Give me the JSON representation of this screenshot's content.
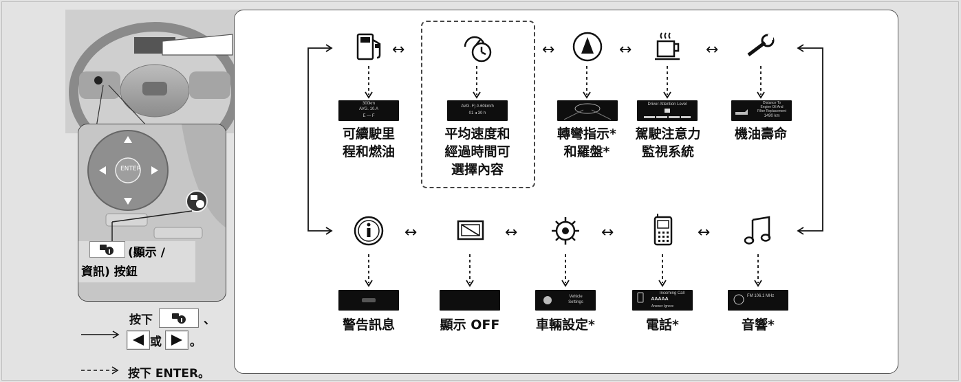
{
  "top_row": [
    {
      "label": "可續駛里\n程和燃油",
      "icon": "fuel-pump-icon",
      "screen_lines": [
        "300km",
        "AVG. 10.A",
        "E — F"
      ]
    },
    {
      "label": "平均速度和\n經過時間可\n選擇內容",
      "icon": "speed-time-icon",
      "screen_lines": [
        "AVG. F) A   60km/h",
        "01 ◂ 30 h"
      ]
    },
    {
      "label": "轉彎指示*\n和羅盤*",
      "icon": "compass-icon",
      "screen_lines": []
    },
    {
      "label": "駕駛注意力\n監視系統",
      "icon": "coffee-cup-icon",
      "screen_lines": [
        "Driver Attention Level"
      ]
    },
    {
      "label": "機油壽命",
      "icon": "wrench-icon",
      "screen_lines": [
        "Distance To",
        "Engine Oil And",
        "Filter Replacement",
        "1490 km"
      ]
    }
  ],
  "bottom_row": [
    {
      "label": "警告訊息",
      "icon": "info-warning-icon",
      "screen_lines": []
    },
    {
      "label": "顯示 OFF",
      "icon": "display-off-icon",
      "screen_lines": []
    },
    {
      "label": "車輛設定*",
      "icon": "gear-icon",
      "screen_lines": [
        "Vehicle",
        "Settings"
      ]
    },
    {
      "label": "電話*",
      "icon": "phone-icon",
      "screen_lines": [
        "Incoming Call",
        "AAAAA",
        "Answer   Ignore"
      ]
    },
    {
      "label": "音響*",
      "icon": "music-note-icon",
      "screen_lines": [
        "FM 106.1 MHz"
      ]
    }
  ],
  "button_callout": {
    "line1": "(顯示 /",
    "line2": "資訊) 按鈕"
  },
  "control_pad": {
    "center_label": "ENTER"
  },
  "legend": {
    "solid_line1_pre": "按下",
    "solid_line1_post": "、",
    "solid_line2_mid": "或",
    "solid_line2_post": "。",
    "dashed_text": "按下 ENTER。"
  }
}
